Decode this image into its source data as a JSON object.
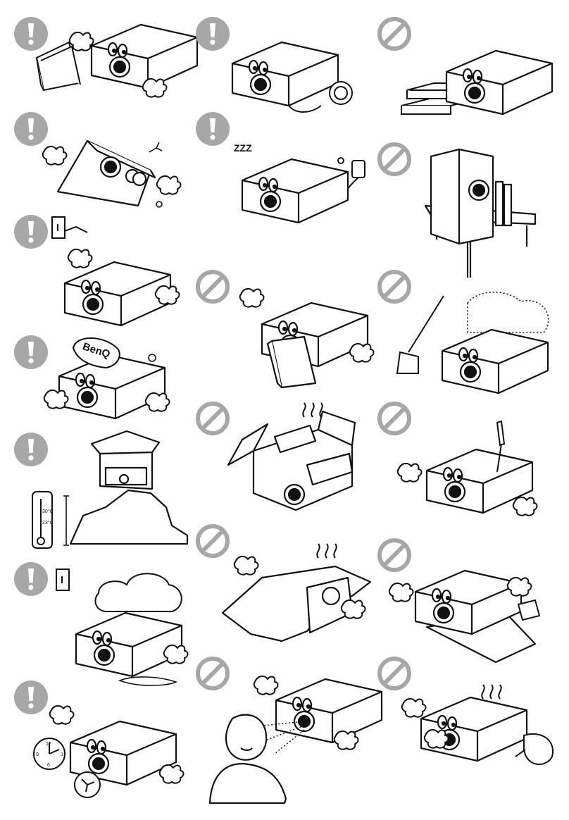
{
  "colors": {
    "ink": "#111111",
    "badge": "#a7a7a7",
    "paper": "#ffffff"
  },
  "icons": {
    "warning": "exclamation-badge-icon",
    "prohibited": "prohibition-badge-icon"
  },
  "texts": {
    "brand_cap": "BenQ",
    "thermo_high": "30°C",
    "thermo_low": "23°C",
    "zzz": "ZZZ",
    "clock_12": "12",
    "clock_3": "3",
    "clock_6": "6",
    "clock_9": "9"
  },
  "cells": [
    {
      "id": "c1",
      "badge": "warning"
    },
    {
      "id": "c2",
      "badge": "warning"
    },
    {
      "id": "c3",
      "badge": "prohibited"
    },
    {
      "id": "c4",
      "badge": "warning"
    },
    {
      "id": "c5",
      "badge": "warning"
    },
    {
      "id": "c6",
      "badge": "prohibited"
    },
    {
      "id": "c7",
      "badge": "warning"
    },
    {
      "id": "c8",
      "badge": "prohibited"
    },
    {
      "id": "c9",
      "badge": "prohibited"
    },
    {
      "id": "c10",
      "badge": "warning"
    },
    {
      "id": "c11",
      "badge": "prohibited"
    },
    {
      "id": "c12",
      "badge": "prohibited"
    },
    {
      "id": "c13",
      "badge": "warning"
    },
    {
      "id": "c14",
      "badge": "prohibited"
    },
    {
      "id": "c15",
      "badge": "prohibited"
    },
    {
      "id": "c16",
      "badge": "warning"
    },
    {
      "id": "c17",
      "badge": "prohibited"
    },
    {
      "id": "c18",
      "badge": "prohibited"
    },
    {
      "id": "c19",
      "badge": "warning"
    },
    {
      "id": "c20",
      "badge": "prohibited"
    },
    {
      "id": "c21",
      "badge": "prohibited"
    }
  ]
}
